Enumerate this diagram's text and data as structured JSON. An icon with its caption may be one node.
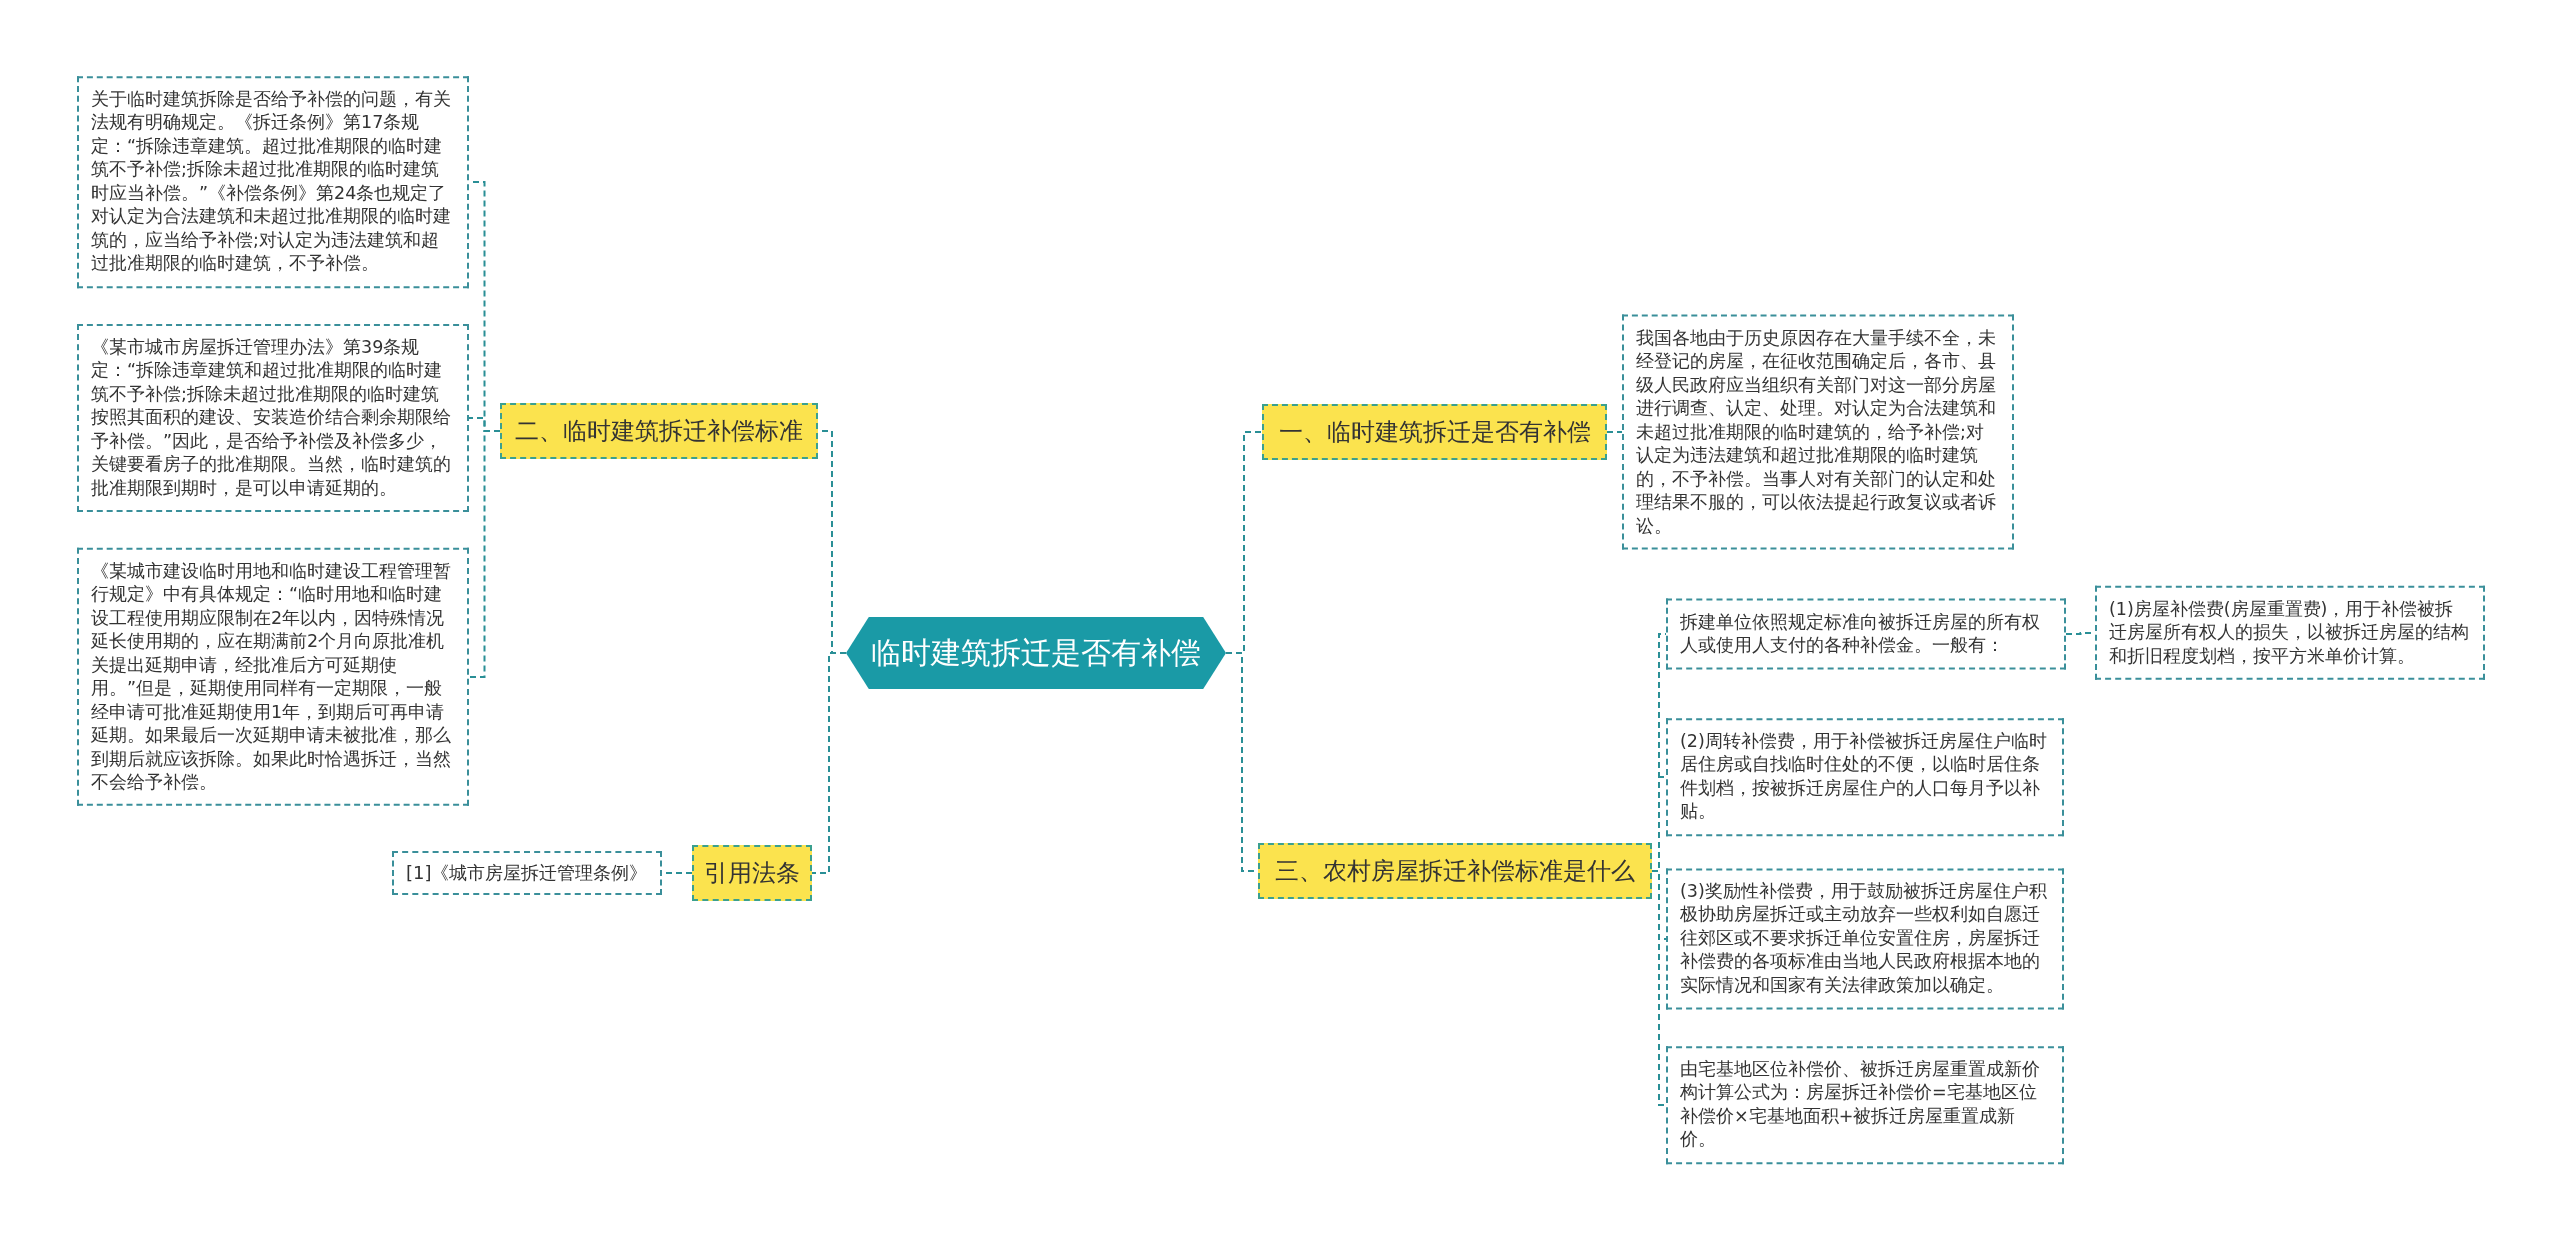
{
  "diagram": {
    "nodes": [
      {
        "text": [
          "临时建筑拆迁是否有补偿"
        ]
      },
      {
        "text": [
          "二、临时建筑拆迁补偿标准"
        ]
      },
      {
        "text": [
          "关于临时建筑拆除是否给予补偿的问题，有关法规有明确规定。《拆迁条例》第17条规定：“拆除违章建筑。超过批准期限的临时建筑不予补偿;拆除未超过批准期限的临时建筑时应当补偿。”《补偿条例》第24条也规定了对认定为合法建筑和未超过批准期限的临时建筑的，应当给予补偿;对认定为违法建筑和超过批准期限的临时建筑，不予补偿。"
        ]
      },
      {
        "text": [
          "《某市城市房屋拆迁管理办法》第39条规定：“拆除违章建筑和超过批准期限的临时建筑不予补偿;拆除未超过批准期限的临时建筑按照其面积的建设、安装造价结合剩余期限给予补偿。”因此，是否给予补偿及补偿多少，关键要看房子的批准期限。当然，临时建筑的批准期限到期时，是可以申请延期的。"
        ]
      },
      {
        "text": [
          "《某城市建设临时用地和临时建设工程管理暂行规定》中有具体规定：“临时用地和临时建设工程使用期应限制在2年以内，因特殊情况延长使用期的，应在期满前2个月向原批准机关提出延期申请，经批准后方可延期使用。”但是，延期使用同样有一定期限，一般经申请可批准延期使用1年，到期后可再申请延期。如果最后一次延期申请未被批准，那么到期后就应该拆除。如果此时恰遇拆迁，当然不会给予补偿。"
        ]
      },
      {
        "text": [
          "引用法条"
        ]
      },
      {
        "text": [
          "[1]《城市房屋拆迁管理条例》"
        ]
      },
      {
        "text": [
          "一、临时建筑拆迁是否有补偿"
        ]
      },
      {
        "text": [
          "我国各地由于历史原因存在大量手续不全，未经登记的房屋，在征收范围确定后，各市、县级人民政府应当组织有关部门对这一部分房屋进行调查、认定、处理。对认定为合法建筑和未超过批准期限的临时建筑的，给予补偿;对认定为违法建筑和超过批准期限的临时建筑的，不予补偿。当事人对有关部门的认定和处理结果不服的，可以依法提起行政复议或者诉讼。"
        ]
      },
      {
        "text": [
          "三、农村房屋拆迁补偿标准是什么"
        ]
      },
      {
        "text": [
          "拆建单位依照规定标准向被拆迁房屋的所有权人或使用人支付的各种补偿金。一般有："
        ]
      },
      {
        "text": [
          "(1)房屋补偿费(房屋重置费)，用于补偿被拆迁房屋所有权人的损失，以被拆迁房屋的结构和折旧程度划档，按平方米单价计算。"
        ]
      },
      {
        "text": [
          "(2)周转补偿费，用于补偿被拆迁房屋住户临时居住房或自找临时住处的不便，以临时居住条件划档，按被拆迁房屋住户的人口每月予以补贴。"
        ]
      },
      {
        "text": [
          "(3)奖励性补偿费，用于鼓励被拆迁房屋住户积极协助房屋拆迁或主动放弃一些权利如自愿迁往郊区或不要求拆迁单位安置住房，房屋拆迁补偿费的各项标准由当地人民政府根据本地的实际情况和国家有关法律政策加以确定。"
        ]
      },
      {
        "text": [
          "由宅基地区位补偿价、被拆迁房屋重置成新价构计算公式为：房屋拆迁补偿价=宅基地区位补偿价×宅基地面积+被拆迁房屋重置成新价。"
        ]
      }
    ],
    "edges": [
      {
        "from": 0,
        "to": 1,
        "arrow": "none"
      },
      {
        "from": 1,
        "to": 2,
        "arrow": "none"
      },
      {
        "from": 1,
        "to": 3,
        "arrow": "none"
      },
      {
        "from": 1,
        "to": 4,
        "arrow": "none"
      },
      {
        "from": 0,
        "to": 5,
        "arrow": "none"
      },
      {
        "from": 5,
        "to": 6,
        "arrow": "none"
      },
      {
        "from": 0,
        "to": 7,
        "arrow": "none"
      },
      {
        "from": 7,
        "to": 8,
        "arrow": "none"
      },
      {
        "from": 0,
        "to": 9,
        "arrow": "none"
      },
      {
        "from": 9,
        "to": 10,
        "arrow": "none"
      },
      {
        "from": 10,
        "to": 11,
        "arrow": "none"
      },
      {
        "from": 9,
        "to": 12,
        "arrow": "none"
      },
      {
        "from": 9,
        "to": 13,
        "arrow": "none"
      },
      {
        "from": 9,
        "to": 14,
        "arrow": "none"
      }
    ]
  }
}
